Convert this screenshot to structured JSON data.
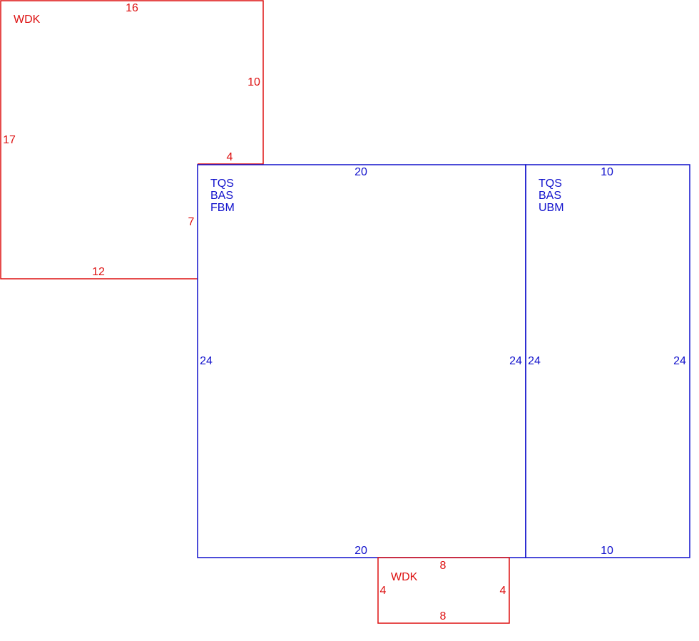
{
  "colors": {
    "deck": "#dd1111",
    "main": "#1111cc",
    "background": "#ffffff"
  },
  "areas": {
    "deck_upper": {
      "code": "WDK",
      "dims": {
        "top": "16",
        "right_upper": "10",
        "left": "17",
        "step": "4",
        "step_side": "7",
        "bottom": "12"
      }
    },
    "main_left": {
      "codes": [
        "TQS",
        "BAS",
        "FBM"
      ],
      "dims": {
        "top": "20",
        "left": "24",
        "right": "24",
        "bottom": "20"
      }
    },
    "main_right": {
      "codes": [
        "TQS",
        "BAS",
        "UBM"
      ],
      "dims": {
        "top": "10",
        "left": "24",
        "right": "24",
        "bottom": "10"
      }
    },
    "deck_lower": {
      "code": "WDK",
      "dims": {
        "top": "8",
        "left": "4",
        "right": "4",
        "bottom": "8"
      }
    }
  }
}
